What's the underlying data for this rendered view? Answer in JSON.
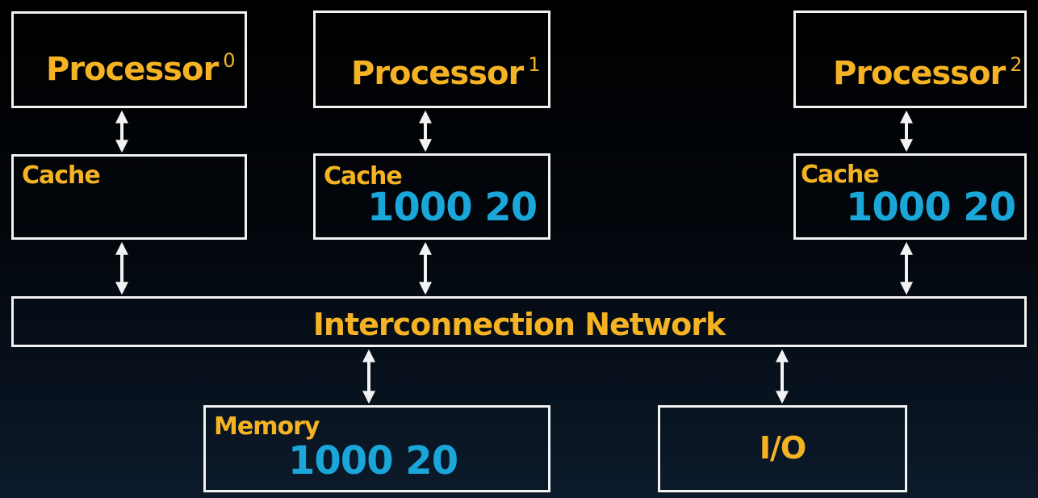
{
  "processors": [
    {
      "label": "Processor",
      "index": "0"
    },
    {
      "label": "Processor",
      "index": "1"
    },
    {
      "label": "Processor",
      "index": "2"
    }
  ],
  "caches": [
    {
      "label": "Cache",
      "value": ""
    },
    {
      "label": "Cache",
      "value": "1000 20"
    },
    {
      "label": "Cache",
      "value": "1000 20"
    }
  ],
  "network": {
    "label": "Interconnection Network"
  },
  "memory": {
    "label": "Memory",
    "value": "1000 20"
  },
  "io": {
    "label": "I/O"
  },
  "colors": {
    "label": "#f5b323",
    "value": "#1aa6d8",
    "border": "#f2f2f2"
  }
}
